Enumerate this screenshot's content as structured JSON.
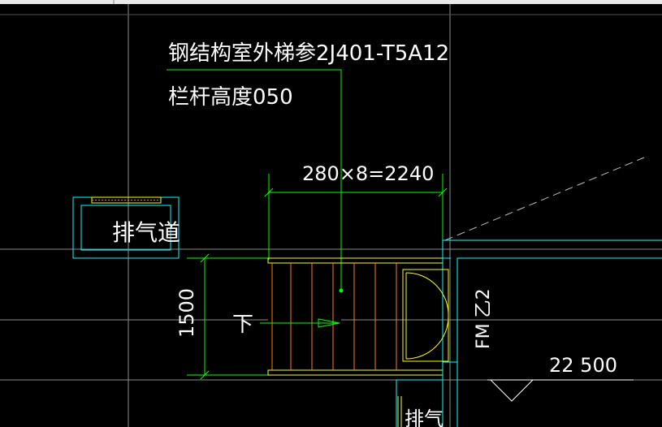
{
  "drawing": {
    "note_line1": "钢结构室外梯参2J401-T5A12",
    "note_line2": "栏杆高度050",
    "step_dimension": "280×8=2240",
    "vent_label_main": "排气道",
    "vent_label_bottom": "排气",
    "down_label": "下",
    "width_dimension": "1500",
    "door_label": "FM 乙2",
    "elevation_value": "22 500"
  },
  "colors": {
    "background": "#000000",
    "grid_line": "#8c8c8c",
    "wall_cyan": "#00ffff",
    "dim_green": "#00ff00",
    "stair_orange": "#ff8000",
    "door_yellow": "#ffff00",
    "text_white": "#ffffff"
  }
}
